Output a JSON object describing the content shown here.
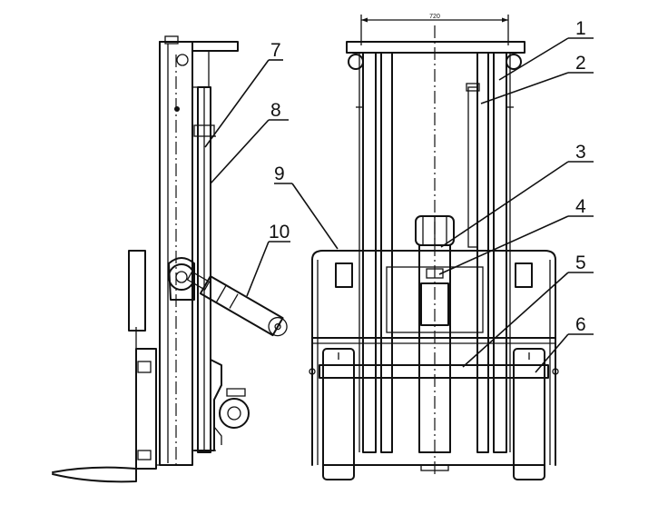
{
  "callouts": [
    {
      "id": "1",
      "text": "1"
    },
    {
      "id": "2",
      "text": "2"
    },
    {
      "id": "3",
      "text": "3"
    },
    {
      "id": "4",
      "text": "4"
    },
    {
      "id": "5",
      "text": "5"
    },
    {
      "id": "6",
      "text": "6"
    },
    {
      "id": "7",
      "text": "7"
    },
    {
      "id": "8",
      "text": "8"
    },
    {
      "id": "9",
      "text": "9"
    },
    {
      "id": "10",
      "text": "10"
    }
  ],
  "dimension_label": "720"
}
